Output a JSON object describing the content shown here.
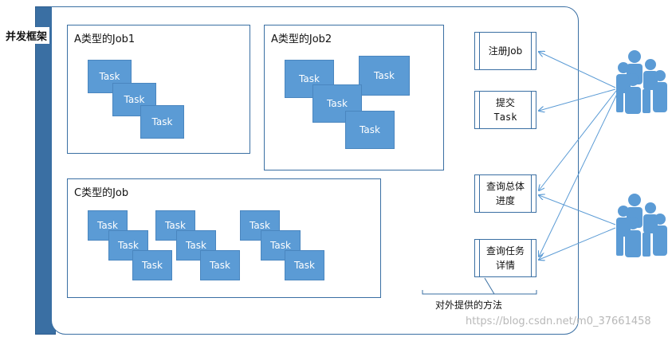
{
  "frame": {
    "label": "并发框架"
  },
  "jobs": [
    {
      "title": "A类型的Job1",
      "task_label": "Task"
    },
    {
      "title": "A类型的Job2",
      "task_label": "Task"
    },
    {
      "title": "C类型的Job",
      "task_label": "Task"
    }
  ],
  "methods": [
    {
      "line1": "注册Job",
      "line2": ""
    },
    {
      "line1": "提交",
      "line2": "Task"
    },
    {
      "line1": "查询总体",
      "line2": "进度"
    },
    {
      "line1": "查询任务",
      "line2": "详情"
    }
  ],
  "methods_caption": "对外提供的方法",
  "watermark": "https://blog.csdn.net/m0_37661458",
  "colors": {
    "task_fill": "#5b9bd5",
    "frame_blue": "#3a6fa3",
    "user_icon": "#5b9bd5"
  },
  "icons": [
    "users-group-icon",
    "users-group-icon"
  ]
}
